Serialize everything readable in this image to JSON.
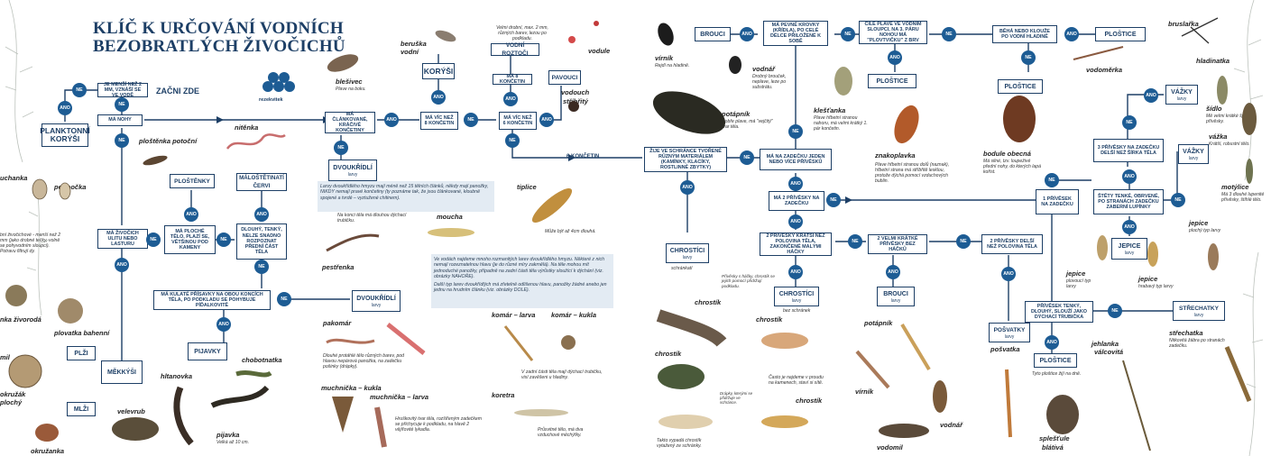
{
  "title": {
    "line1": "KLÍČ K URČOVÁNÍ VODNÍCH",
    "line2": "BEZOBRATLÝCH ŽIVOČICHŮ"
  },
  "brand": "rezekvitek",
  "start_label": "ZAČNI ZDE",
  "six_legs_label": "6 KONČETIN",
  "labels": {
    "yes": "ANO",
    "no": "NE"
  },
  "boxes": {
    "b1": "JE MENŠÍ NEŽ 2 MM, VZNÁŠÍ SE VE VODĚ",
    "b2": "MÁ NOHY",
    "b3": "MÁ ČLÁNKOVANÉ, KRÁČIVÉ KONČETINY",
    "b4": "MÁ VÍC NEŽ 8 KONČETIN",
    "b5": "MÁ 8 KONČETIN",
    "b6": "MÁ VÍC NEŽ 6 KONČETIN",
    "b7": "MÁ PLOCHÉ TĚLO, PLAZÍ SE, VĚTŠINOU POD KAMENY",
    "b8": "MÁ ŽIVOČICH ULITU NEBO LASTURU",
    "b9": "DLOUHÝ, TENKÝ, NELZE SNADNO ROZPOZNAT PŘEDNÍ ČÁST TĚLA",
    "b10": "MÁ KULATÉ PŘÍSAVKY NA OBOU KONCÍCH TĚLA, PO PODKLADU SE POHYBUJE PÍĎALKOVITĚ",
    "b11": "ŽIJE VE SCHRÁNCE TVOŘENÉ RŮZNÝM MATERIÁLEM (KAMÍNKY, KLACÍKY, ROSTLINNÉ ZBYTKY)",
    "b12": "MÁ PEVNÉ KROVKY (KŘÍDLA), PO CELÉ DÉLCE PŘILOŽENÉ K SOBĚ",
    "b13": "MÁ NA ZADEČKU JEDEN NEBO VÍCE PŘÍVĚSKŮ",
    "b14": "MÁ 2 PŘÍVĚSKY NA ZADEČKU",
    "b15": "2 PŘÍVĚSKY KRATŠÍ NEŽ POLOVINA TĚLA, ZAKONČENÉ MALÝMI HÁČKY",
    "b16": "2 VELMI KRÁTKÉ PŘÍVĚSKY BEZ HÁČKŮ",
    "b17": "2 PŘÍVĚSKY DELŠÍ NEŽ POLOVINA TĚLA",
    "b18": "ČILE PLAVE VE VODNÍM SLOUPCI, NA 3. PÁRU NOHOU MÁ \"PLOVTVIČKU\" Z BRV",
    "b19": "BĚHÁ NEBO KLOUŽE PO VODNÍ HLADINĚ",
    "b20": "1 PŘÍVĚSEK NA ZADEČKU",
    "b21": "3 PŘÍVĚSKY NA ZADEČKU DELŠÍ NEŽ ŠÍRKA TĚLA",
    "b22": "ŠTĚTY TENKÉ, OBRVENÉ, PO STRANÁCH ZADEČKU ZABERNÍ LUPÍNKY",
    "b23": "PŘÍVĚSEK TENKÝ, DLOUHÝ, SLOUŽÍ JAKO DÝCHACÍ TRUBIČKA"
  },
  "results": {
    "plankton": {
      "name": "PLANKTONNÍ KORÝŠI",
      "sub": ""
    },
    "korysi": {
      "name": "KORÝŠI",
      "sub": ""
    },
    "rozt": {
      "name": "VODNÍ ROZTOČI",
      "sub": ""
    },
    "pavouci": {
      "name": "PAVOUCI",
      "sub": ""
    },
    "plostenky": {
      "name": "PLOŠTĚNKY",
      "sub": ""
    },
    "maloset": {
      "name": "MÁLOŠTĚTINATÍ ČERVI",
      "sub": ""
    },
    "plzi": {
      "name": "PLŽI",
      "sub": ""
    },
    "mekkysi": {
      "name": "MĚKKÝŠI",
      "sub": ""
    },
    "mlzi": {
      "name": "MLŽI",
      "sub": ""
    },
    "pijavky": {
      "name": "PIJAVKY",
      "sub": ""
    },
    "dvoukr1": {
      "name": "DVOUKŘÍDLÍ",
      "sub": "larvy"
    },
    "dvoukr2": {
      "name": "DVOUKŘÍDLÍ",
      "sub": "larvy"
    },
    "chrost1": {
      "name": "CHROSTÍCI",
      "sub": "larvy"
    },
    "chrost2": {
      "name": "CHROSTÍCI",
      "sub": "larvy"
    },
    "brouci1": {
      "name": "BROUCI",
      "sub": ""
    },
    "brouci2": {
      "name": "BROUCI",
      "sub": "larvy"
    },
    "plostice1": {
      "name": "PLOŠTICE",
      "sub": ""
    },
    "plostice2": {
      "name": "PLOŠTICE",
      "sub": ""
    },
    "plostice3": {
      "name": "PLOŠTICE",
      "sub": ""
    },
    "plostice4": {
      "name": "PLOŠTICE",
      "sub": ""
    },
    "vazky1": {
      "name": "VÁŽKY",
      "sub": "larvy"
    },
    "vazky2": {
      "name": "VÁŽKY",
      "sub": "larvy"
    },
    "jepice": {
      "name": "JEPICE",
      "sub": "larvy"
    },
    "posvatky": {
      "name": "POŠVATKY",
      "sub": "larvy"
    },
    "strechatky": {
      "name": "STŘECHATKY",
      "sub": "larvy"
    }
  },
  "species": {
    "uchanka": "uchanka",
    "perlooka": "perloočka",
    "plostenka_potocni": "ploštěnka potoční",
    "nitenka": "nitěnka",
    "blesivec": "blešivec",
    "beruska": "beruška",
    "beruska2": "vodní",
    "vodule": "vodule",
    "vodouch": "vodouch",
    "vodouch2": "stříbřitý",
    "virnik": "vírník",
    "vodnar": "vodnář",
    "potapnik": "potápník",
    "klestanka": "klešťanka",
    "znakoplavka": "znakoplavka",
    "bodule": "bodule obecná",
    "bruslarka": "bruslařka",
    "hladinatka": "hladinatka",
    "vodomerka": "vodoměrka",
    "sidlo": "šídlo",
    "vazka": "vážka",
    "motylice": "motýlice",
    "jepice1": "jepice",
    "jepice2": "jepice",
    "tiplice": "tiplice",
    "moucha": "moucha",
    "pestrenka": "pestřenka",
    "pakomar": "pakomár",
    "komar_larva": "komár – larva",
    "komar_kukla": "komár – kukla",
    "koretra": "koretra",
    "much_kukla": "muchnička – kukla",
    "much_larva": "muchnička – larva",
    "hltanovka": "hltanovka",
    "chobotnatka": "chobotnatka",
    "pijavka": "pijavka",
    "plovatka": "plovatka bahenní",
    "zivorodka": "nka živorodá",
    "okruzak": "okružák",
    "okruzak2": "plochý",
    "okruzanka": "okružanka",
    "velevrub": "velevrub",
    "chrostik1": "chrostík",
    "chrostik2": "chrostík",
    "chrostik3": "chrostík",
    "chrostik4": "chrostík",
    "potapnik2": "potápník",
    "virnik2": "vírník",
    "vodnar2": "vodnář",
    "vodomil": "vodomil",
    "posvatka": "pošvatka",
    "strechatka": "střechatka",
    "jehlanka": "jehlanka",
    "jehlanka2": "válcovitá",
    "splestule": "splešťule",
    "splestule2": "blátivá",
    "mil": "mil"
  },
  "notes": {
    "vodule": "Velmi drobní, max. 2 mm, různých barev, lezou po podkladu.",
    "blesivec": "Plave na boku.",
    "virnik": "Rejdí na hladině.",
    "vodnar": "Drobný brouček, neplave, leze po substrátu.",
    "potapnik": "Dobře plave, má \"vejčitý\" tvar těla.",
    "klestanka": "Plave hřbetní stranou nahoru, má velmi krátký 1. pár končetin.",
    "znakoplavka": "Plave hřbetní stranou dolů (naznak), hřbetní strana má stříbřitě lesklou, protože dýchá pomocí vzduchových bublin.",
    "bodule": "Má silné, tzv. loupeživé přední nohy, do kterých lapá kořist.",
    "sidlo": "Mě velmi krátké špičaté přívěsky.",
    "vazka": "Krátší, robustní tělo.",
    "motylice": "Má 3 dlouhé lupenité přívěsky, štíhlé tělo.",
    "jepice1": "plochý typ larvy",
    "jepice2": "plovoucí typ larvy",
    "jepice3": "hrabavý typ larvy",
    "strechatka": "Nitkovitá žábra po stranách zadečku.",
    "plostice": "Tyto ploštice žijí na dně.",
    "tiplice": "Může být až 4cm dlouhá.",
    "pestrenka": "Na konci těla má dlouhou dýchací trubičku.",
    "pakomar": "Dlouhé protáhlé tělo různých barev, pod hlavou nepárová panožka, na zadečku pošinky (drápky).",
    "komar": "V zadní části těla mají dýchací trubičku, visí zavěšeni u hladiny.",
    "koretra": "Průsvitné tělo, má dva vzduchové měchýřky.",
    "muchnicka": "Hruškovitý tvar těla, rozšířeným zadečkem se přichycuje k podkladu, na hlavě 2 vějířovité lykadla.",
    "pijavka": "Velká až 10 cm.",
    "schrankati": "schránkatí",
    "bezschranek": "bez schránek",
    "chrostik_hacky": "Přívěsky s háčky, chrostík se jejich pomocí přidržují podkladu.",
    "chrostik_kameny": "Často je najdeme v proudu na kamenech, staví si sítě.",
    "chrostik_vypada": "Takto vypadá chrostík vytažený ze schránky.",
    "chrostik_drapky": "Drápky, kterými se přidržuje ve schránce.",
    "plankton": "bní živočichové - menší než 2 mm (jako drobné tečky, volně se pohyvodním sloupci). Potravu filtrují dy."
  },
  "info_boxes": {
    "diptera": "Larvy dvoukřídlého hmyzu mají méně než 15 tělních článků, někdy mají panožky, NIKDY nemají pravé končetiny (ty poznáme tak, že jsou článkované, kloubně spojené a tvrdé – vyztužené chitinem).",
    "water": "Ve vodách najdeme mnoho rozmanitých larev dvoukřídlého hmyzu. Některé z nich nemají rozeznatelnou hlavu (je do různé míry zakrnělá). Na těle mohou mít jednoduché panožky, případně na zadní části těla výrůstky sloužící k dýchání (viz. obrázky NAHOŘE).",
    "water2": "Další typ larev dvoukřídlých má zřetelně odlišenou hlavu, panožky žádné anebo jen jednu na hrudním článku (viz. obrázky DOLE)."
  }
}
